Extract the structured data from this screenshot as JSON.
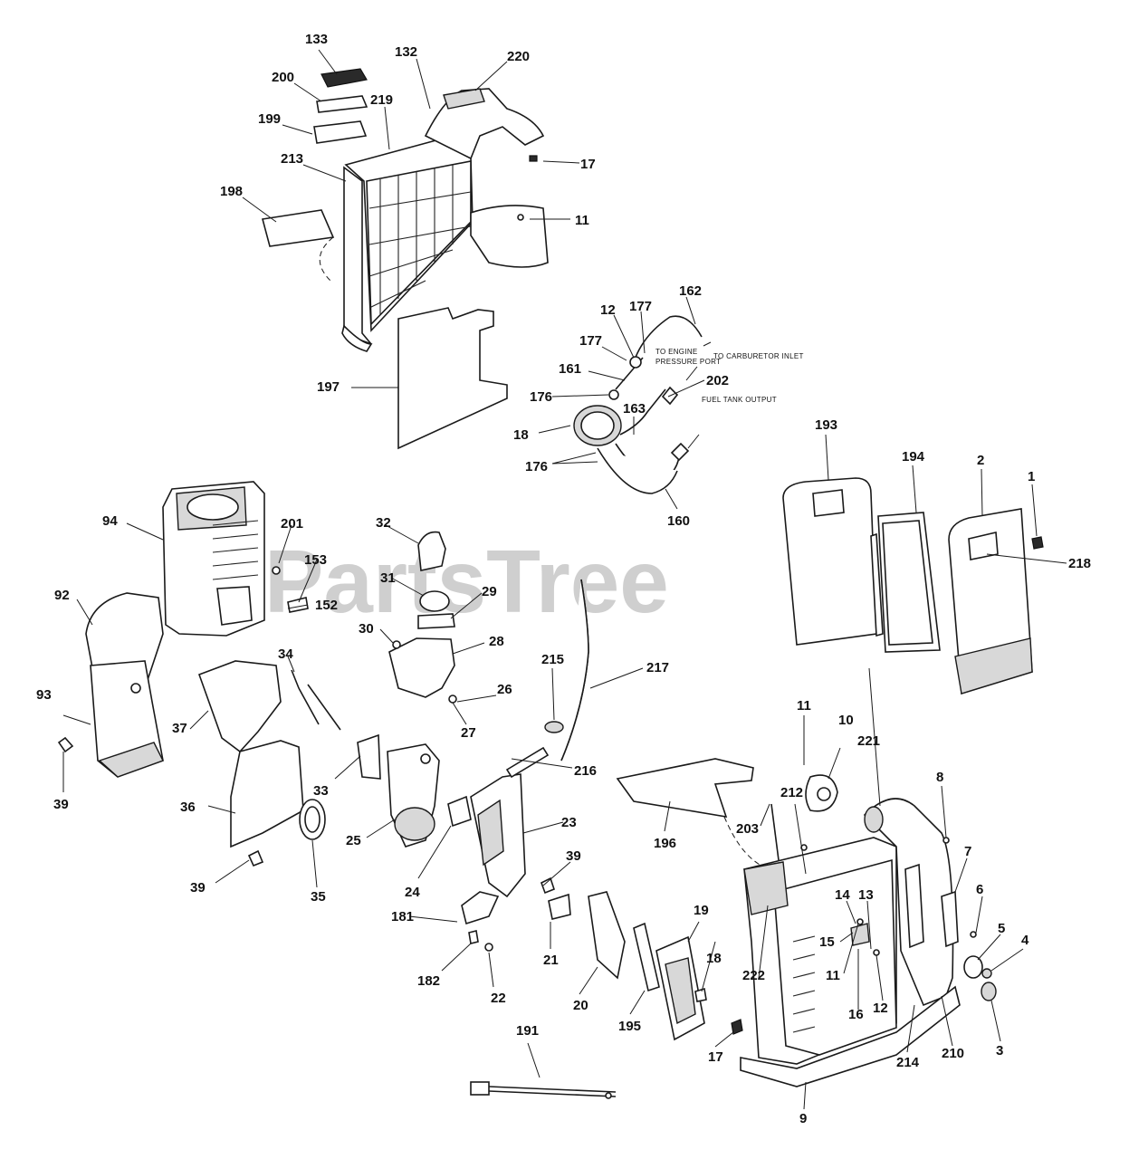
{
  "watermark": {
    "text": "PartsTree",
    "tm": "TM"
  },
  "notes": {
    "carb_inlet": "TO CARBURETOR INLET",
    "engine_port_1": "TO ENGINE",
    "engine_port_2": "PRESSURE PORT",
    "fuel_tank_output": "FUEL TANK OUTPUT"
  },
  "callouts": [
    "133",
    "132",
    "220",
    "200",
    "219",
    "199",
    "213",
    "17",
    "198",
    "11",
    "162",
    "12",
    "177",
    "177",
    "161",
    "176",
    "202",
    "163",
    "18",
    "176",
    "160",
    "197",
    "193",
    "194",
    "2",
    "1",
    "218",
    "94",
    "201",
    "153",
    "152",
    "92",
    "32",
    "31",
    "29",
    "30",
    "28",
    "34",
    "215",
    "217",
    "93",
    "37",
    "26",
    "27",
    "216",
    "39",
    "33",
    "36",
    "25",
    "23",
    "24",
    "39",
    "35",
    "39",
    "181",
    "182",
    "22",
    "21",
    "20",
    "195",
    "19",
    "18",
    "17",
    "191",
    "196",
    "11",
    "10",
    "221",
    "203",
    "212",
    "8",
    "7",
    "6",
    "5",
    "4",
    "3",
    "14",
    "13",
    "15",
    "11",
    "12",
    "16",
    "222",
    "214",
    "210",
    "9"
  ]
}
